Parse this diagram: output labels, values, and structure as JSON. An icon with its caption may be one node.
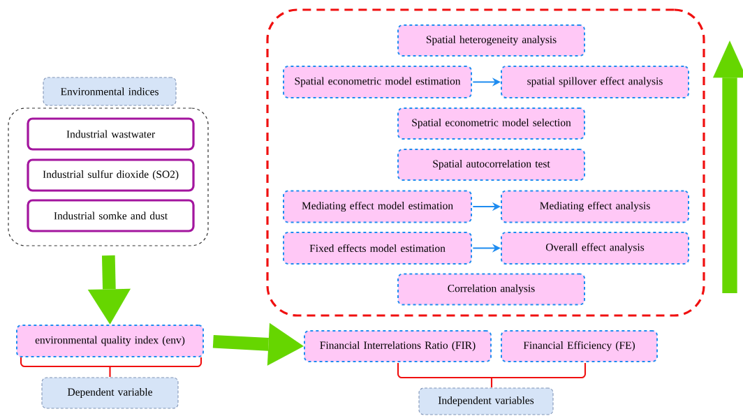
{
  "diagram": {
    "nodes": [
      {
        "text": [
          "Environmental indices"
        ]
      },
      {
        "text": [],
        "shape": "box"
      },
      {
        "text": [
          "Industrial wastwater"
        ],
        "in": 1
      },
      {
        "text": [
          "Industrial sulfur dioxide (SO2)"
        ],
        "in": 1
      },
      {
        "text": [
          "Industrial somke and dust"
        ],
        "in": 1
      },
      {
        "text": [
          "environmental quality index  (env)"
        ]
      },
      {
        "text": [
          "Dependent variable"
        ]
      },
      {
        "text": [],
        "shape": "box"
      },
      {
        "text": [
          "Spatial heterogeneity analysis"
        ],
        "in": 7
      },
      {
        "text": [
          "Spatial econometric model estimation"
        ],
        "in": 7
      },
      {
        "text": [
          "spatial spillover effect analysis"
        ],
        "in": 7
      },
      {
        "text": [
          "Spatial econometric model selection"
        ],
        "in": 7
      },
      {
        "text": [
          "Spatial autocorrelation test"
        ],
        "in": 7
      },
      {
        "text": [
          "Mediating effect model  estimation"
        ],
        "in": 7
      },
      {
        "text": [
          "Mediating effect analysis"
        ],
        "in": 7
      },
      {
        "text": [
          "Fixed effects model  estimation"
        ],
        "in": 7
      },
      {
        "text": [
          "Overall effect analysis"
        ],
        "in": 7
      },
      {
        "text": [
          "Correlation analysis"
        ],
        "in": 7
      },
      {
        "text": [
          "Financial Interrelations Ratio (FIR)"
        ]
      },
      {
        "text": [
          "Financial Efficiency (FE)"
        ]
      },
      {
        "text": [
          "Independent variables"
        ]
      }
    ],
    "edges": [
      {
        "from": 9,
        "to": 10,
        "arrow": "to"
      },
      {
        "from": 13,
        "to": 14,
        "arrow": "to"
      },
      {
        "from": 15,
        "to": 16,
        "arrow": "to"
      },
      {
        "from": 1,
        "to": 5,
        "arrow": "to",
        "style": "thick",
        "color": "#66d600"
      },
      {
        "from": 5,
        "to": 18,
        "arrow": "to",
        "style": "thick",
        "color": "#66d600"
      }
    ]
  }
}
